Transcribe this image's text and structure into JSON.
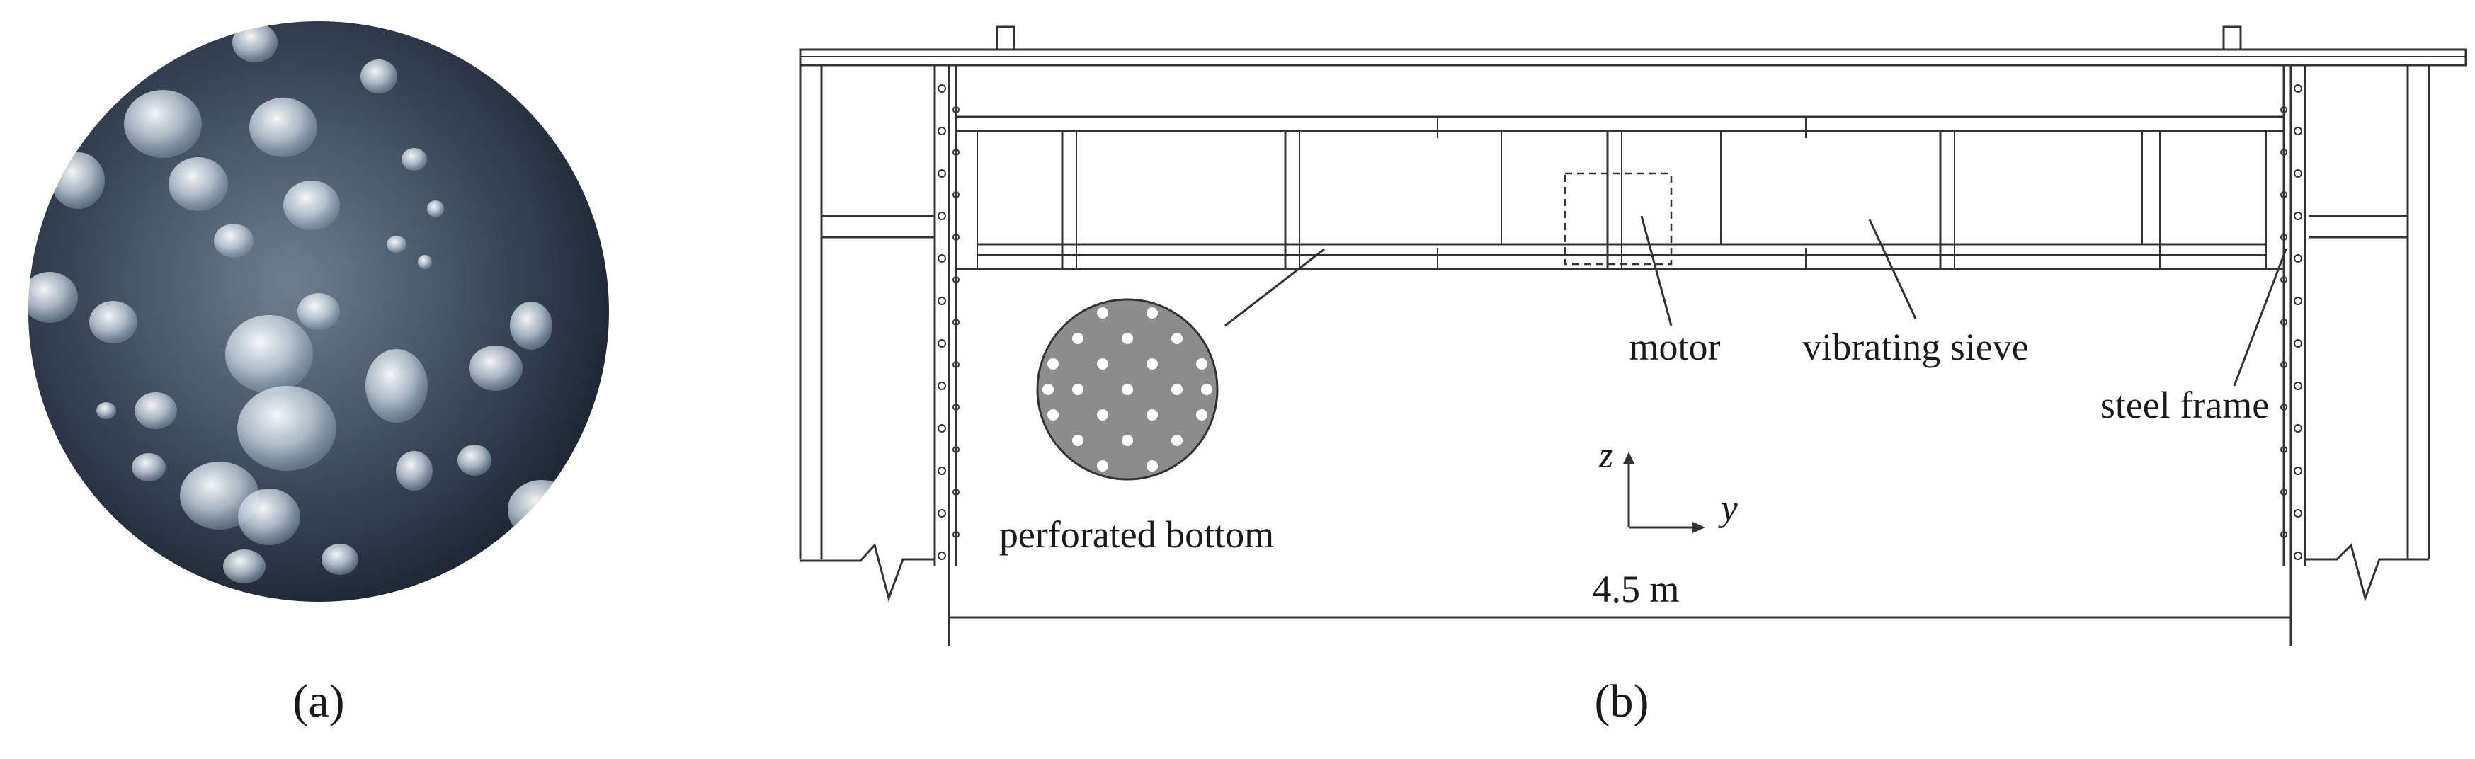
{
  "panels": {
    "a": {
      "caption": "(a)"
    },
    "b": {
      "caption": "(b)",
      "labels": {
        "motor": "motor",
        "vibrating_sieve": "vibrating sieve",
        "steel_frame": "steel frame",
        "perforated_bottom": "perforated bottom",
        "dimension": "4.5 m"
      },
      "axes": {
        "z": "z",
        "y": "y"
      }
    }
  },
  "colors": {
    "line": "#333333",
    "perforation_fill": "#8c8c8c",
    "micrograph_bg": "#2a3444",
    "particle": "#dbe4ee"
  }
}
